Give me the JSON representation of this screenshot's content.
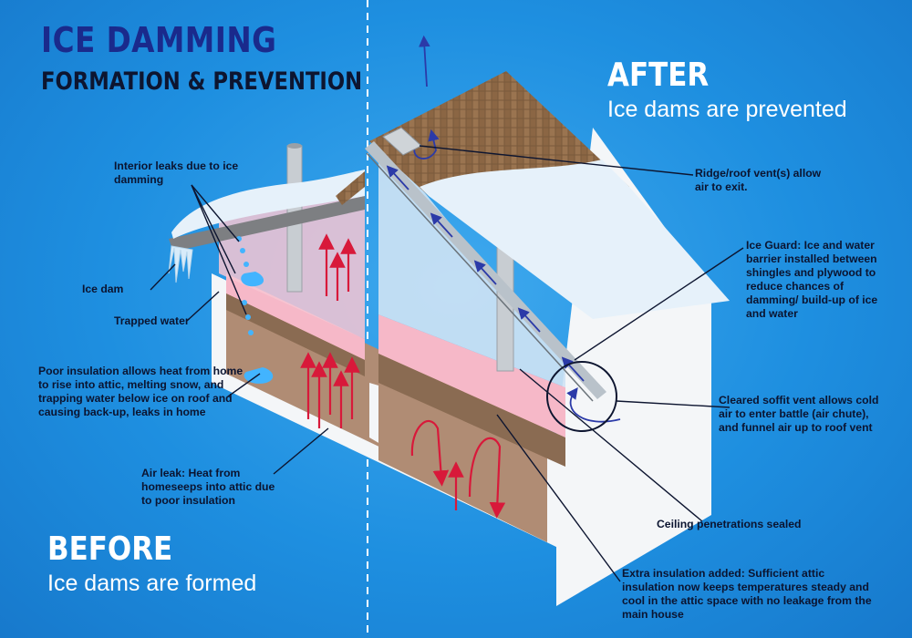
{
  "title": "ICE DAMMING",
  "subtitle": "FORMATION & PREVENTION",
  "after": {
    "heading": "AFTER",
    "subheading": "Ice dams are prevented"
  },
  "before": {
    "heading": "BEFORE",
    "subheading": "Ice dams are formed"
  },
  "left_labels": {
    "interior_leaks": "Interior leaks due to ice damming",
    "ice_dam": "Ice dam",
    "trapped_water": "Trapped water",
    "poor_insulation": "Poor insulation allows heat from home to rise into attic, melting snow, and trapping water below ice on roof and causing back-up, leaks in home",
    "air_leak": "Air leak: Heat from homeseeps into attic due to poor insulation"
  },
  "right_labels": {
    "ridge_vent": "Ridge/roof vent(s) allow air to exit.",
    "ice_guard": "Ice Guard: Ice and water barrier installed between shingles and plywood to reduce chances of damming/ build-up of ice and water",
    "soffit_vent": "Cleared soffit vent allows cold air to enter battle (air chute), and funnel air up to roof vent",
    "ceiling_sealed": "Ceiling penetrations sealed",
    "extra_insulation": "Extra insulation added: Sufficient attic insulation now keeps temperatures steady and cool in the attic space with no leakage from the main house"
  },
  "colors": {
    "background": "#1e8fe0",
    "title": "#1a2a8c",
    "insulation_pink": "#f6b8c8",
    "heat_arrow": "#d8193a",
    "air_arrow": "#2b3aa8",
    "snow": "#e6f1fa",
    "shingle": "#8a6a4a"
  }
}
